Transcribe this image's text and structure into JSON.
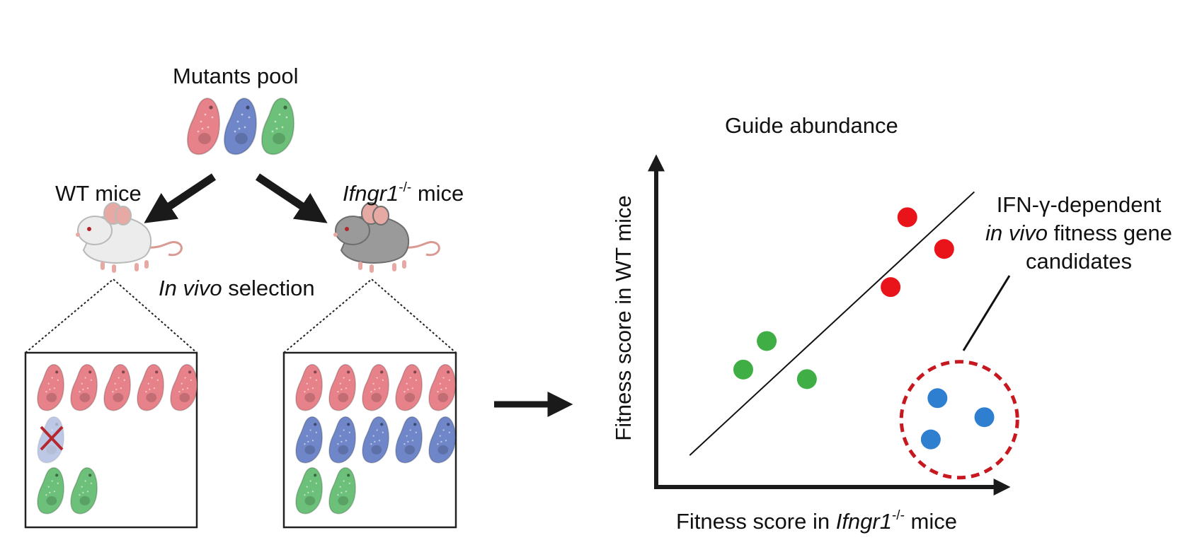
{
  "colors": {
    "red_mutant": "#e7828a",
    "blue_mutant": "#6f86c8",
    "green_mutant": "#6cc079",
    "red_point": "#e8141a",
    "blue_point": "#2f7fd0",
    "green_point": "#3fae44",
    "dashed_circle": "#c8181f"
  },
  "left": {
    "pool_title": "Mutants pool",
    "wt_label": "WT mice",
    "ko_gene": "Ifngr1",
    "ko_sup": "-/-",
    "ko_suffix": " mice",
    "selection_italic": "In vivo",
    "selection_rest": " selection"
  },
  "chart_data": {
    "type": "scatter",
    "title": "Guide abundance",
    "ylabel": "Fitness score in WT mice",
    "xlabel_prefix": "Fitness score in ",
    "xlabel_gene": "Ifngr1",
    "xlabel_sup": "-/-",
    "xlabel_suffix": " mice",
    "xlim": [
      0,
      10
    ],
    "ylim": [
      0,
      10
    ],
    "diagonal": [
      [
        1,
        1
      ],
      [
        9.5,
        9.3
      ]
    ],
    "series": [
      {
        "color": "red",
        "points": [
          [
            7.5,
            8.5
          ],
          [
            8.6,
            7.5
          ],
          [
            7.0,
            6.3
          ]
        ]
      },
      {
        "color": "green",
        "points": [
          [
            3.3,
            4.6
          ],
          [
            2.6,
            3.7
          ],
          [
            4.5,
            3.4
          ]
        ]
      },
      {
        "color": "blue",
        "points": [
          [
            8.4,
            2.8
          ],
          [
            9.8,
            2.2
          ],
          [
            8.2,
            1.5
          ]
        ]
      }
    ],
    "annotation": {
      "line1": "IFN-γ-dependent",
      "line2_italic": "in vivo",
      "line2_rest": " fitness gene",
      "line3": "candidates"
    }
  }
}
